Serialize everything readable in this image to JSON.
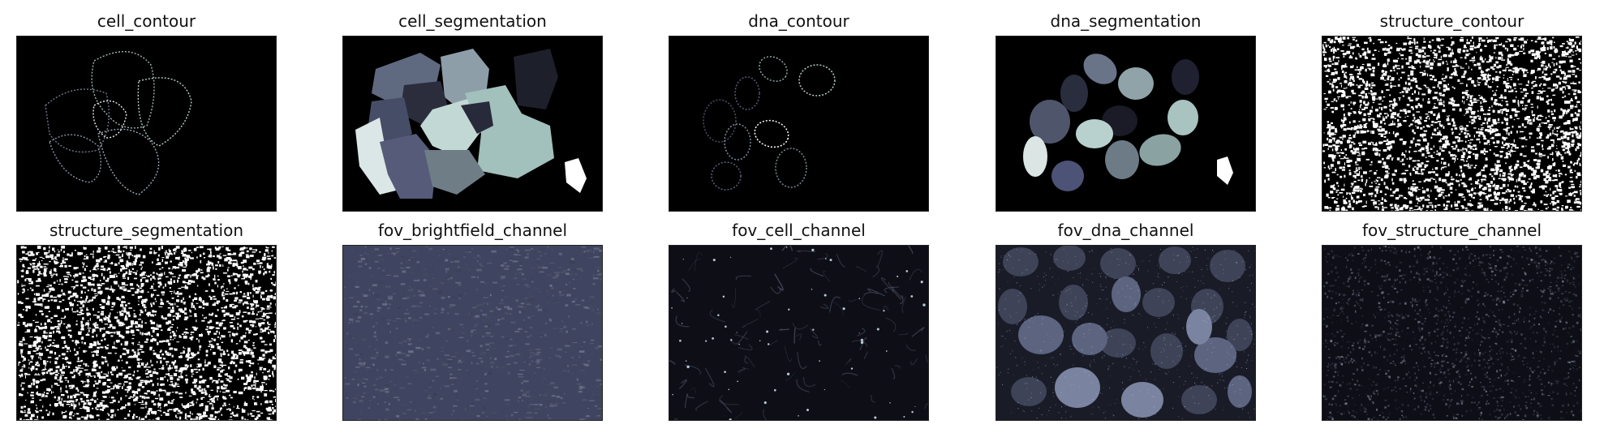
{
  "figure": {
    "panels": [
      {
        "title": "cell_contour",
        "kind": "cell_contour"
      },
      {
        "title": "cell_segmentation",
        "kind": "cell_segmentation"
      },
      {
        "title": "dna_contour",
        "kind": "dna_contour"
      },
      {
        "title": "dna_segmentation",
        "kind": "dna_segmentation"
      },
      {
        "title": "structure_contour",
        "kind": "binary"
      },
      {
        "title": "structure_segmentation",
        "kind": "binary"
      },
      {
        "title": "fov_brightfield_channel",
        "kind": "brightfield"
      },
      {
        "title": "fov_cell_channel",
        "kind": "fluor_cell"
      },
      {
        "title": "fov_dna_channel",
        "kind": "fluor_dna"
      },
      {
        "title": "fov_structure_channel",
        "kind": "fluor_structure"
      }
    ],
    "colormap": "bone"
  }
}
